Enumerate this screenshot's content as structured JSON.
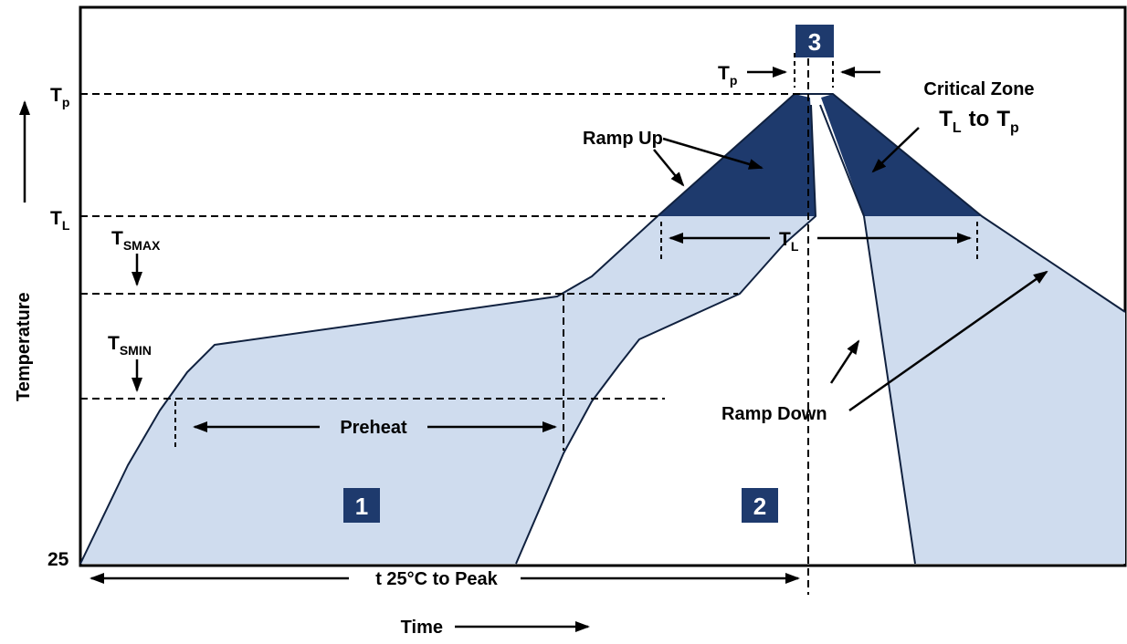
{
  "colors": {
    "navy": "#1e3a6d",
    "light_band": "#cfdcee",
    "dark_band": "#1e3a6d"
  },
  "y_axis": {
    "label": "Temperature",
    "tick_tp": {
      "base": "T",
      "sub": "p"
    },
    "tick_tl": {
      "base": "T",
      "sub": "L"
    },
    "tick_tsmax": {
      "base": "T",
      "sub": "SMAX"
    },
    "tick_tsmin": {
      "base": "T",
      "sub": "SMIN"
    },
    "origin": "25"
  },
  "x_axis": {
    "label": "Time"
  },
  "zones": {
    "zone1": "1",
    "zone2": "2",
    "zone3": "3"
  },
  "annotations": {
    "ramp_up": "Ramp Up",
    "critical_zone_line1": "Critical Zone",
    "critical_tl": {
      "base": "T",
      "sub": "L"
    },
    "critical_to": "to",
    "critical_tp": {
      "base": "T",
      "sub": "p"
    },
    "ramp_down": "Ramp Down",
    "preheat": "Preheat",
    "span_tp": {
      "base": "T",
      "sub": "p"
    },
    "span_tl": {
      "base": "T",
      "sub": "L"
    },
    "t25_to_peak": "t 25°C to Peak"
  }
}
